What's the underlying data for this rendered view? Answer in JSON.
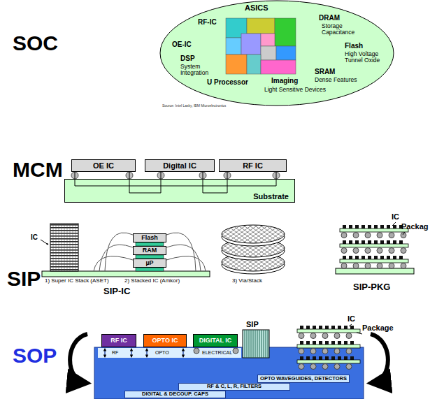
{
  "diagram": {
    "nodes": [
      {
        "text": [
          "ASICS",
          "RF-IC",
          "DRAM",
          "Storage Capacitance",
          "OE-IC",
          "DSP",
          "System Integration",
          "Flash",
          "High Voltage Tunnel Oxide",
          "SRAM",
          "Dense Features",
          "U Processor",
          "Imaging",
          "Light Sensitive Devices"
        ]
      },
      {
        "text": [
          "OE IC"
        ]
      },
      {
        "text": [
          "Digital IC"
        ]
      },
      {
        "text": [
          "RF IC"
        ]
      },
      {
        "text": [
          "Substrate"
        ]
      },
      {
        "text": [
          "Flash"
        ]
      },
      {
        "text": [
          "RAM"
        ]
      },
      {
        "text": [
          "µP"
        ]
      },
      {
        "text": [
          "RF IC"
        ]
      },
      {
        "text": [
          "OPTO IC"
        ]
      },
      {
        "text": [
          "DIGITAL IC"
        ]
      },
      {
        "text": [
          "OPTO WAVEGUIDES, DETECTORS"
        ]
      },
      {
        "text": [
          "RF & C, L, R, FILTERS"
        ]
      },
      {
        "text": [
          "DIGITAL & DECOUP. CAPS"
        ]
      }
    ],
    "edges": [
      {
        "from": 1,
        "to": 2,
        "arrow": "none"
      },
      {
        "from": 2,
        "to": 3,
        "arrow": "none"
      },
      {
        "from": 1,
        "to": 3,
        "arrow": "none"
      }
    ],
    "labels": [
      "SOC",
      "MCM",
      "SIP",
      "SOP",
      "Source: Intel Lasky, IBM Microelectronics",
      "IC",
      "1) Super IC Stack (ASET)",
      "2) Stacked IC (Amkor)",
      "SIP-IC",
      "3) Via/Stack",
      "IC",
      "Packag",
      "SIP-PKG",
      "RF",
      "OPTO",
      "ELECTRICAL",
      "SIP",
      "IC",
      "Package"
    ]
  }
}
